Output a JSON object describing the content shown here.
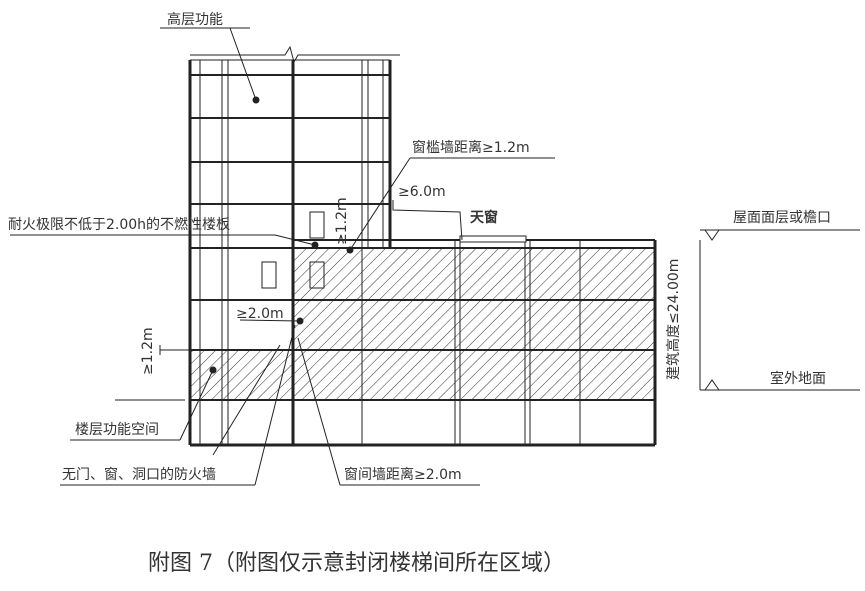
{
  "labels": {
    "high_rise_function": "高层功能",
    "sill_wall": "窗槛墙距离≥1.2m",
    "dist_6": "≥6.0m",
    "skylight": "天窗",
    "fire_floor": "耐火极限不低于2.00h的不燃性楼板",
    "roof_level": "屋面面层或檐口",
    "building_height": "建筑高度≤24.00m",
    "outdoor_ground": "室外地面",
    "dim_1_2_left": "≥1.2m",
    "dim_1_2_upper": "≥1.2m",
    "dim_2_0": "≥2.0m",
    "floor_space": "楼层功能空间",
    "firewall": "无门、窗、洞口的防火墙",
    "window_wall": "窗间墙距离≥2.0m"
  },
  "caption": "附图 7（附图仅示意封闭楼梯间所在区域）"
}
